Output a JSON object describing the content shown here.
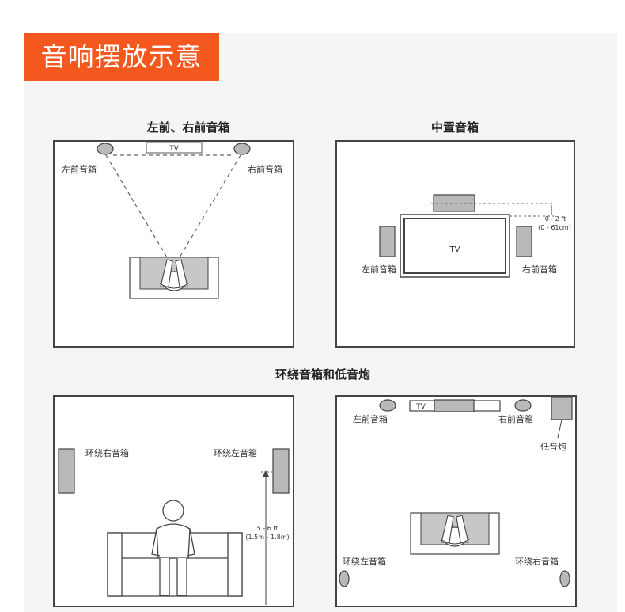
{
  "page_title": "音响摆放示意",
  "section_title": "环绕音箱和低音炮",
  "diagram1": {
    "title": "左前、右前音箱",
    "tv": "TV",
    "left_label": "左前音箱",
    "right_label": "右前音箱"
  },
  "diagram2": {
    "title": "中置音箱",
    "tv": "TV",
    "dist_ft": "0 - 2 ft",
    "dist_cm": "(0 - 61cm)",
    "left_label": "左前音箱",
    "right_label": "右前音箱"
  },
  "diagram3": {
    "left_label": "环绕右音箱",
    "right_label": "环绕左音箱",
    "height_ft": "5 - 6 ft",
    "height_m": "(1.5m - 1.8m)"
  },
  "diagram4": {
    "tv": "TV",
    "front_left": "左前音箱",
    "front_right": "右前音箱",
    "subwoofer": "低音炮",
    "surround_left": "环绕左音箱",
    "surround_right": "环绕右音箱"
  },
  "colors": {
    "accent": "#f4581f",
    "speaker_fill": "#b9b9b9",
    "room_stroke": "#444444",
    "background": "#f5f5f5"
  }
}
